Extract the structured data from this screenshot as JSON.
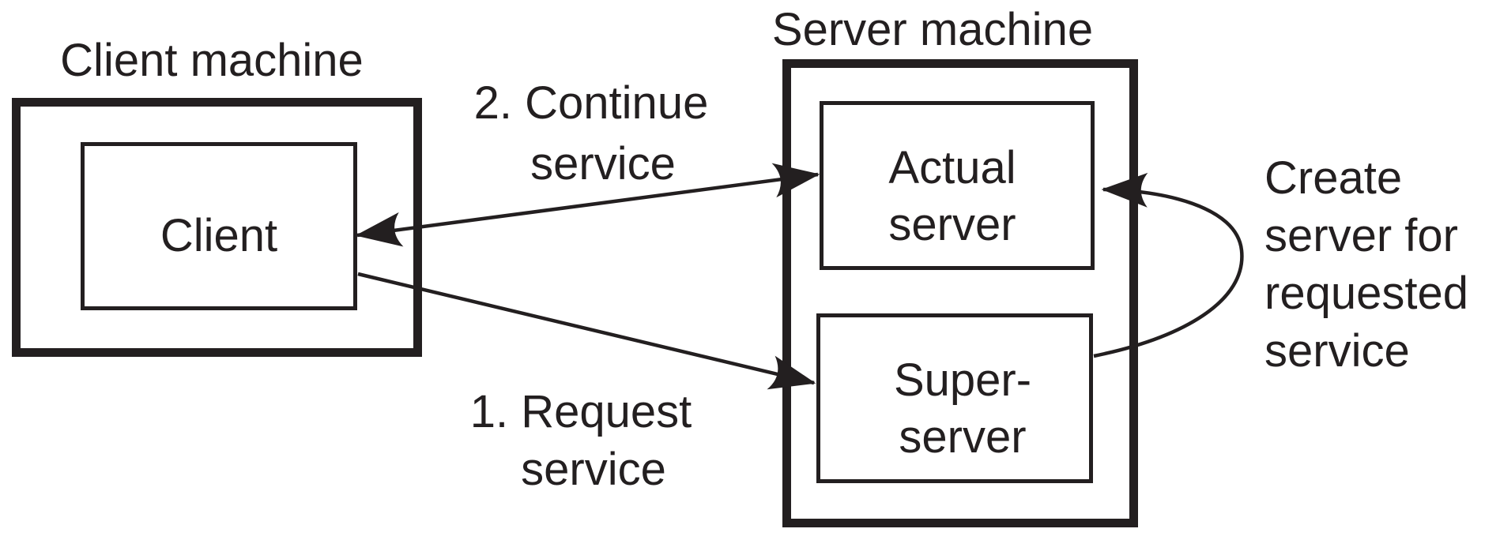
{
  "colors": {
    "ink": "#231f20",
    "background": "#ffffff"
  },
  "client_machine": {
    "title": "Client machine",
    "client_label": "Client"
  },
  "server_machine": {
    "title": "Server machine",
    "actual_server_line1": "Actual",
    "actual_server_line2": "server",
    "super_server_line1": "Super-",
    "super_server_line2": "server"
  },
  "annotations": {
    "continue_service_line1": "2. Continue",
    "continue_service_line2": "service",
    "request_service_line1": "1. Request",
    "request_service_line2": "service",
    "create_server_line1": "Create",
    "create_server_line2": "server for",
    "create_server_line3": "requested",
    "create_server_line4": "service"
  }
}
